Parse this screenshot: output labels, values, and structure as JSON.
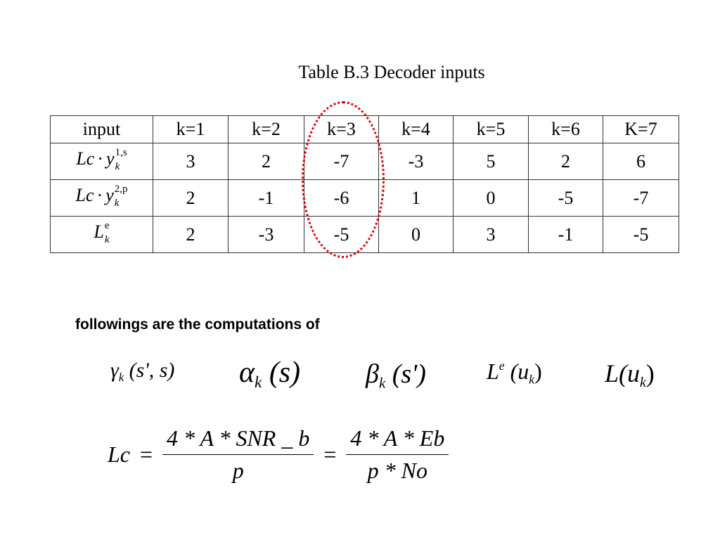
{
  "table": {
    "caption": "Table B.3 Decoder inputs",
    "header": [
      "input",
      "k=1",
      "k=2",
      "k=3",
      "k=4",
      "k=5",
      "k=6",
      "K=7"
    ],
    "rows": [
      {
        "label_base": "Lc",
        "label_var": "y",
        "label_sup": "1,s",
        "label_sub": "k",
        "values": [
          "3",
          "2",
          "-7",
          "-3",
          "5",
          "2",
          "6"
        ]
      },
      {
        "label_base": "Lc",
        "label_var": "y",
        "label_sup": "2,p",
        "label_sub": "k",
        "values": [
          "2",
          "-1",
          "-6",
          "1",
          "0",
          "-5",
          "-7"
        ]
      },
      {
        "label_base": "L",
        "label_sup": "e",
        "label_sub": "k",
        "values": [
          "2",
          "-3",
          "-5",
          "0",
          "3",
          "-1",
          "-5"
        ]
      }
    ],
    "highlight_color": "#e10000"
  },
  "intro_text": "followings are the computations of",
  "symbols": {
    "gamma": {
      "main": "γ",
      "sub": "k",
      "args": "(s', s)"
    },
    "alpha": {
      "main": "α",
      "sub": "k",
      "args": "(s)"
    },
    "beta": {
      "main": "β",
      "sub": "k",
      "args": "(s')"
    },
    "le": {
      "main": "L",
      "sup": "e",
      "open": "(u",
      "sub": "k",
      "close": ")"
    },
    "l": {
      "main": "L(u",
      "sub": "k",
      "close": ")"
    }
  },
  "lc_formula": {
    "lhs": "Lc",
    "eq": "=",
    "frac1_num": "4 * A * SNR _ b",
    "frac1_den": "p",
    "frac2_num": "4 * A * Eb",
    "frac2_den": "p * No"
  }
}
